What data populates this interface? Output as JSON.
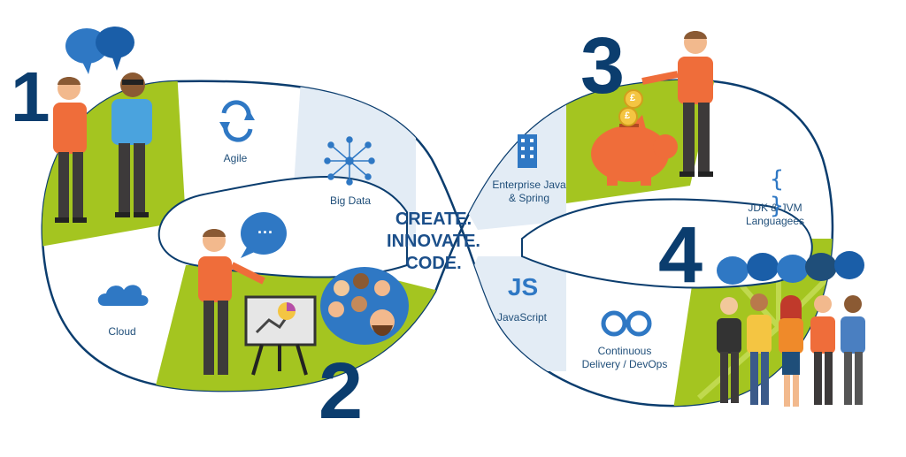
{
  "center": {
    "line1": "CREATE.",
    "line2": "INNOVATE.",
    "line3": "CODE."
  },
  "steps": {
    "one": "1",
    "two": "2",
    "three": "3",
    "four": "4"
  },
  "segments": {
    "agile": "Agile",
    "big_data": "Big Data",
    "cloud": "Cloud",
    "enterprise_java": "Enterprise Java\n& Spring",
    "jdk_jvm": "JDK & JVM\nLanguagees",
    "javascript": "JavaScript",
    "devops": "Continuous\nDelivery / DevOps"
  },
  "icons": {
    "js_glyph": "JS",
    "braces_glyph": "{ }",
    "speech_dots": "...",
    "coin_symbol": "£"
  },
  "colors": {
    "navy": "#0b3d6e",
    "lime": "#a4c520",
    "light_blue": "#e3ecf5",
    "icon_blue": "#2f78c4",
    "orange": "#ef6d3a"
  }
}
